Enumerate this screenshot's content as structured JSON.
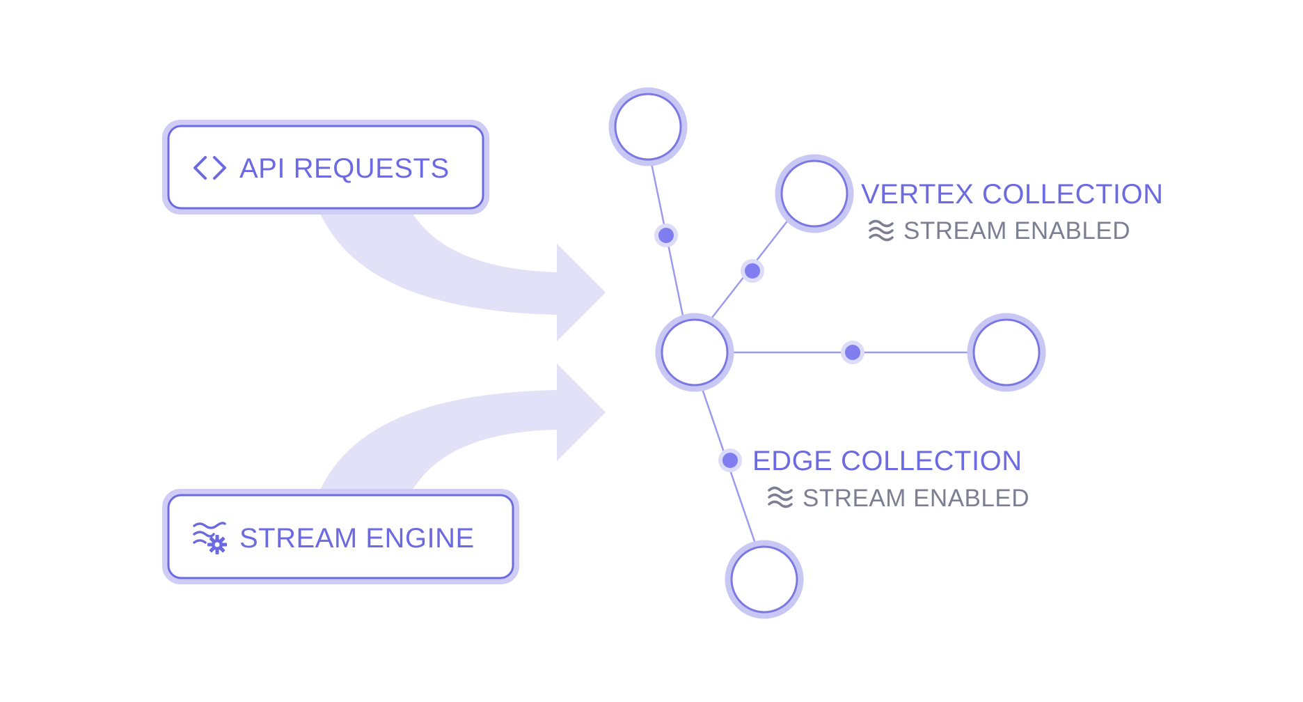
{
  "sources": {
    "api": {
      "label": "API REQUESTS",
      "icon": "code-brackets-icon"
    },
    "stream": {
      "label": "STREAM ENGINE",
      "icon": "stream-gear-icon"
    }
  },
  "collections": {
    "vertex": {
      "title": "VERTEX COLLECTION",
      "subtitle": "STREAM ENABLED",
      "icon": "waves-icon"
    },
    "edge": {
      "title": "EDGE COLLECTION",
      "subtitle": "STREAM ENABLED",
      "icon": "waves-icon"
    }
  },
  "colors": {
    "accent": "#6c6ae0",
    "node_stroke": "#7b78e3",
    "node_halo": "#c9c8f5",
    "edge_dot": "#7f7df0",
    "flow_arrow": "#e2e1f8",
    "muted_text": "#7c7e92"
  }
}
